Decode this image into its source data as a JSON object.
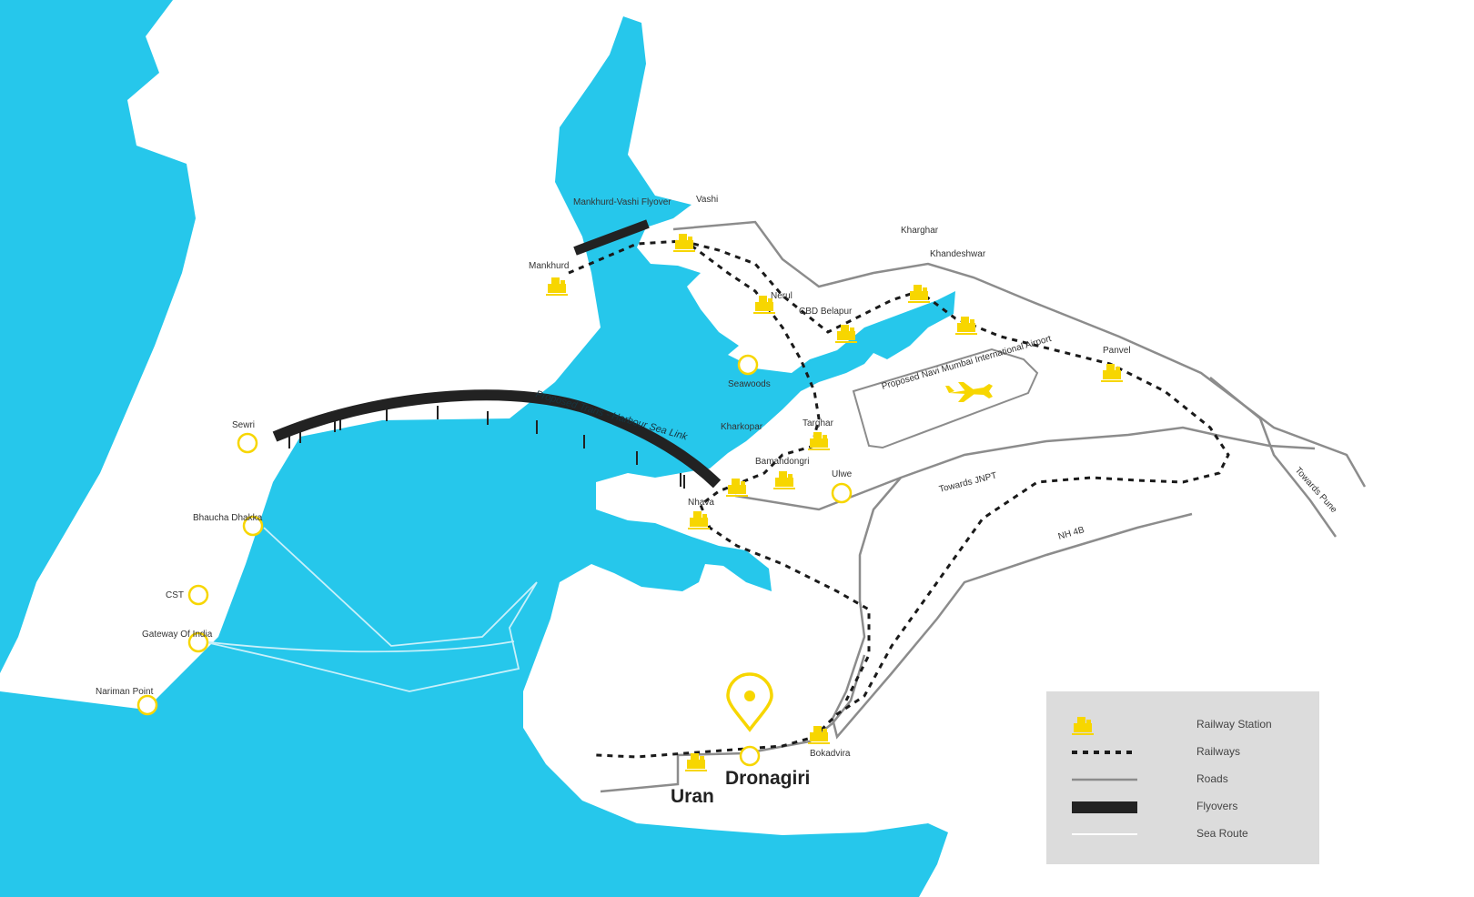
{
  "colors": {
    "sea": "#26c7eb",
    "land": "#ffffff",
    "accent_yellow": "#f7d600",
    "road": "#8c8c8c",
    "railway": "#1a1a1a",
    "flyover": "#222222",
    "sea_route": "#c8f0fa",
    "legend_bg": "#dcdcdc"
  },
  "map": {
    "station_icon": "train-icon",
    "place_icon": "circle-marker-icon",
    "pin_icon": "location-pin-icon",
    "airport_icon": "airplane-icon",
    "stations": [
      {
        "id": "vashi",
        "name": "Vashi"
      },
      {
        "id": "mankhurd",
        "name": "Mankhurd"
      },
      {
        "id": "nerul",
        "name": "Nerul"
      },
      {
        "id": "cbd",
        "name": "CBD Belapur"
      },
      {
        "id": "kharghar",
        "name": "Kharghar"
      },
      {
        "id": "khandeshwar",
        "name": "Khandeshwar"
      },
      {
        "id": "panvel",
        "name": "Panvel"
      },
      {
        "id": "targhar",
        "name": "Targhar"
      },
      {
        "id": "kharkopar",
        "name": "Kharkopar"
      },
      {
        "id": "bamandongri",
        "name": "Bamandongri"
      },
      {
        "id": "nhava",
        "name": "Nhava"
      },
      {
        "id": "bokadvira",
        "name": "Bokadvira"
      },
      {
        "id": "uran_station",
        "name": ""
      }
    ],
    "places": [
      {
        "id": "seawoods",
        "name": "Seawoods"
      },
      {
        "id": "sewri",
        "name": "Sewri"
      },
      {
        "id": "bhaucha",
        "name": "Bhaucha Dhakka"
      },
      {
        "id": "cst",
        "name": "CST"
      },
      {
        "id": "gateway",
        "name": "Gateway Of India"
      },
      {
        "id": "nariman",
        "name": "Nariman Point"
      },
      {
        "id": "ulwe",
        "name": "Ulwe"
      },
      {
        "id": "dronagiri_marker",
        "name": ""
      }
    ],
    "labels": {
      "flyover": "Mankhurd-Vashi Flyover",
      "sealink": "Proposed Trans - Harbour Sea Link",
      "airport": "Proposed Navi Mumbai International Airport",
      "jnpt": "Towards JNPT",
      "pune": "Towards Pune",
      "nh4b": "NH 4B",
      "uran": "Uran",
      "dronagiri": "Dronagiri"
    }
  },
  "legend": {
    "items": [
      {
        "label": "Railway Station",
        "symbol": "train-icon"
      },
      {
        "label": "Railways",
        "symbol": "dashed-line"
      },
      {
        "label": "Roads",
        "symbol": "grey-line"
      },
      {
        "label": "Flyovers",
        "symbol": "thick-black-bar"
      },
      {
        "label": "Sea Route",
        "symbol": "white-line"
      }
    ]
  }
}
